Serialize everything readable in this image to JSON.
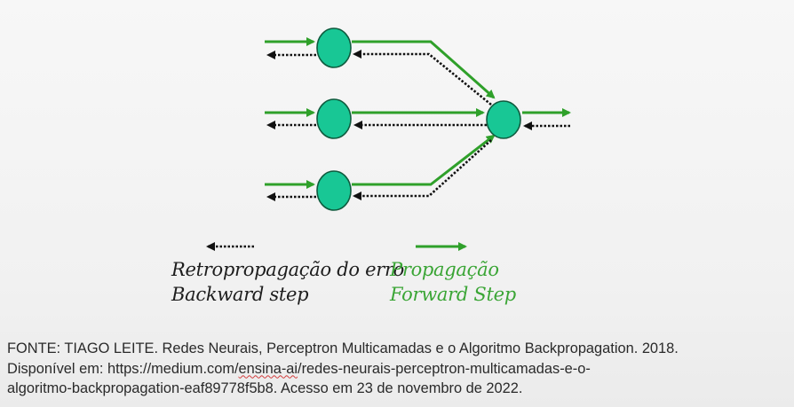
{
  "colors": {
    "forward": "#2fa02a",
    "backward": "#111111",
    "node_fill": "#18c795",
    "node_stroke": "#0f5b3e"
  },
  "legend": {
    "backward_line1": "Retropropagação do erro",
    "backward_line2": "Backward step",
    "forward_line1": "Propagação",
    "forward_line2": "Forward Step"
  },
  "caption": {
    "line1": "FONTE: TIAGO LEITE.  Redes Neurais, Perceptron Multicamadas e o Algoritmo Backpropagation. 2018.",
    "line2_prefix": "Disponível em: https://medium.com/",
    "line2_underlined": "ensina-ai",
    "line2_suffix": "/redes-neurais-perceptron-multicamadas-e-o-",
    "line3": "algoritmo-backpropagation-eaf89778f5b8. Acesso em 23 de novembro de 2022."
  }
}
